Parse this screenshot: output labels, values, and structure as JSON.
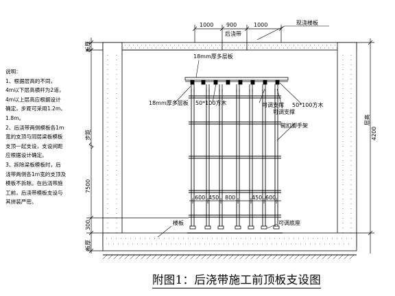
{
  "notes": [
    "说明：",
    "1、根据层高的不同，",
    "4m以下层高横杆为2道，",
    "4m以上层高应根据设计",
    "确定，步距可采用1.2m、",
    "1.8m。",
    "2、后浇带两侧模板各1m",
    "宽的支顶与同层梁板模板",
    "支顶一起支设，支设间距",
    "应根据设计确定。",
    "  3、拆除梁板模板时，后",
    "浇带两侧各1m宽的支顶及",
    "模板不拆除。在后浇带施",
    "工前，后浇带模板支设与",
    "其拼装严密。"
  ],
  "dims_top": [
    "1000",
    "900",
    "1000"
  ],
  "dims_bottom": [
    "600",
    "450",
    "800",
    "450",
    "600"
  ],
  "labels": {
    "houjiaodai": "后浇带",
    "xianjiao_louban": "现浇楼板",
    "duocengban_top": "18mm厚多层板",
    "duocengban_left": "18mm厚多层板",
    "fangmu_left": "50*100方木",
    "ketiao_zhicheng1": "可调支撑",
    "ketiao_zhicheng2": "可调支撑",
    "fangmu_right": "50*100方木",
    "wankou": "碗扣脚手架",
    "louban": "楼板",
    "ketiao_dizuo": "可调底座"
  },
  "left_dims": {
    "banhou_top": "板厚",
    "bujv": "步距",
    "d7500": "7500",
    "d300": "300",
    "banhou_bottom": "板厚"
  },
  "right_dims": {
    "cenggao": "层高",
    "h4200": "4200"
  },
  "caption": "附图1：后浇带施工前顶板支设图"
}
